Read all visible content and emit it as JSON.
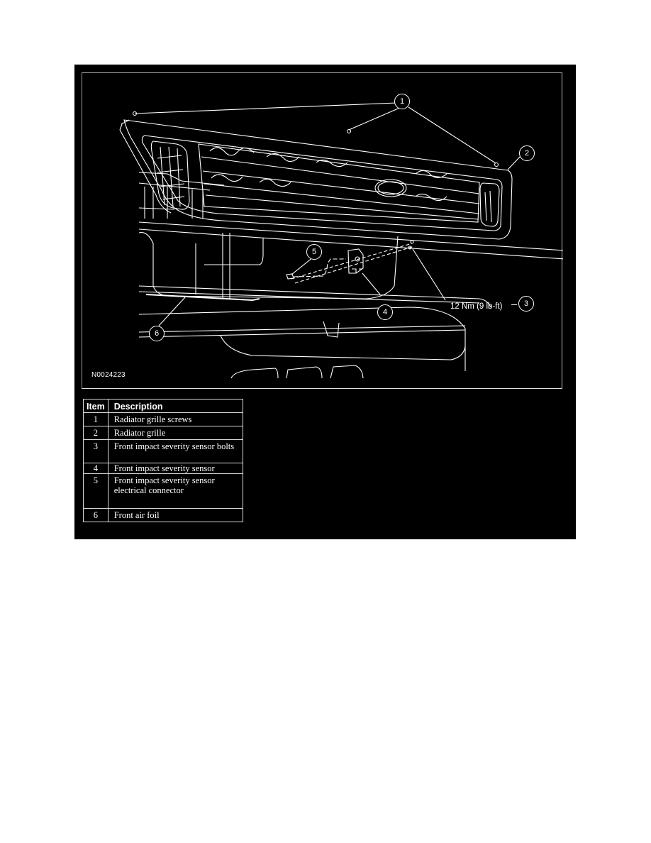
{
  "figure": {
    "id": "N0024223",
    "torque_spec": "12 Nm (9 lb-ft)",
    "callouts": [
      "1",
      "2",
      "3",
      "4",
      "5",
      "6"
    ]
  },
  "legend": {
    "headers": {
      "item": "Item",
      "description": "Description"
    },
    "rows": [
      {
        "item": "1",
        "description": "Radiator grille screws"
      },
      {
        "item": "2",
        "description": "Radiator grille"
      },
      {
        "item": "3",
        "description": "Front impact severity sensor bolts"
      },
      {
        "item": "4",
        "description": "Front impact severity sensor"
      },
      {
        "item": "5",
        "description": "Front impact severity sensor electrical connector"
      },
      {
        "item": "6",
        "description": "Front air foil"
      }
    ]
  },
  "colors": {
    "panel_background": "#000000",
    "line_art": "#ffffff",
    "page_background": "#ffffff"
  }
}
